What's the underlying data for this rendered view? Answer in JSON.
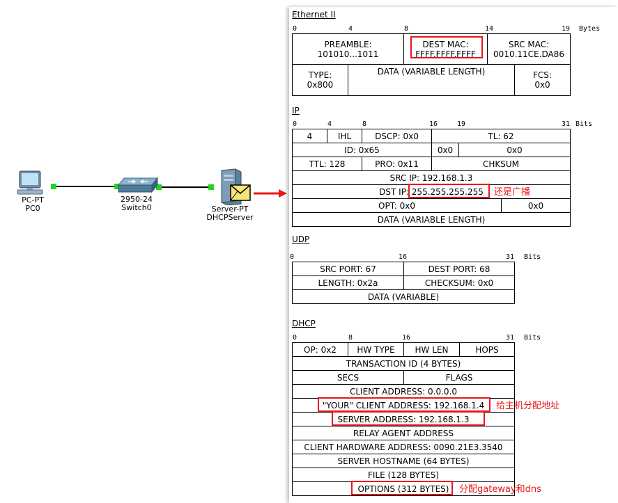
{
  "topology": {
    "pc": {
      "type": "PC-PT",
      "name": "PC0"
    },
    "switch": {
      "type": "2950-24",
      "name": "Switch0"
    },
    "server": {
      "type": "Server-PT",
      "name": "DHCPServer"
    },
    "link_color": "#000000",
    "port_color": "#19d81f",
    "icons": [
      "pc-icon",
      "switch-icon",
      "server-icon",
      "envelope-icon",
      "red-arrow-icon"
    ]
  },
  "ethernet": {
    "title": "Ethernet II",
    "ruler": {
      "ticks": [
        "0",
        "4",
        "8",
        "14",
        "19"
      ],
      "unit": "Bytes"
    },
    "preamble": {
      "label": "PREAMBLE:",
      "value": "101010...1011"
    },
    "dest_mac": {
      "label": "DEST MAC:",
      "value": "FFFF.FFFF.FFFF"
    },
    "src_mac": {
      "label": "SRC MAC:",
      "value": "0010.11CE.DA86"
    },
    "type": {
      "label": "TYPE:",
      "value": "0x800"
    },
    "data": "DATA (VARIABLE LENGTH)",
    "fcs": {
      "label": "FCS:",
      "value": "0x0"
    }
  },
  "ip": {
    "title": "IP",
    "ruler": {
      "ticks": [
        "0",
        "4",
        "8",
        "16",
        "19",
        "31"
      ],
      "unit": "Bits"
    },
    "version": "4",
    "ihl": "IHL",
    "dscp": "DSCP: 0x0",
    "tl": "TL: 62",
    "id": "ID: 0x65",
    "flags": "0x0",
    "frag": "0x0",
    "ttl": "TTL: 128",
    "pro": "PRO: 0x11",
    "chksum": "CHKSUM",
    "src_ip": "SRC IP: 192.168.1.3",
    "dst_ip_label": "DST IP:",
    "dst_ip_value": "255.255.255.255",
    "opt": "OPT: 0x0",
    "opt_pad": "0x0",
    "data": "DATA (VARIABLE LENGTH)"
  },
  "udp": {
    "title": "UDP",
    "ruler": {
      "ticks": [
        "0",
        "16",
        "31"
      ],
      "unit": "Bits"
    },
    "src_port": "SRC PORT: 67",
    "dest_port": "DEST PORT: 68",
    "length": "LENGTH: 0x2a",
    "checksum": "CHECKSUM: 0x0",
    "data": "DATA (VARIABLE)"
  },
  "dhcp": {
    "title": "DHCP",
    "ruler": {
      "ticks": [
        "0",
        "8",
        "16",
        "31"
      ],
      "unit": "Bits"
    },
    "op": "OP: 0x2",
    "hw_type": "HW TYPE",
    "hw_len": "HW LEN",
    "hops": "HOPS",
    "transaction_id": "TRANSACTION ID (4 BYTES)",
    "secs": "SECS",
    "flags": "FLAGS",
    "client_address": "CLIENT ADDRESS: 0.0.0.0",
    "your_client_address": "\"YOUR\" CLIENT ADDRESS: 192.168.1.4",
    "server_address": "SERVER ADDRESS: 192.168.1.3",
    "relay_agent_address": "RELAY AGENT ADDRESS",
    "client_hw_address": "CLIENT HARDWARE ADDRESS: 0090.21E3.3540",
    "server_hostname": "SERVER HOSTNAME (64 BYTES)",
    "file": "FILE (128 BYTES)",
    "options": "OPTIONS (312 BYTES)"
  },
  "annotations": {
    "broadcast": "还是广播",
    "assign_host": "给主机分配地址",
    "assign_gateway_dns": "分配gateway和dns",
    "color": "#e8171a"
  }
}
